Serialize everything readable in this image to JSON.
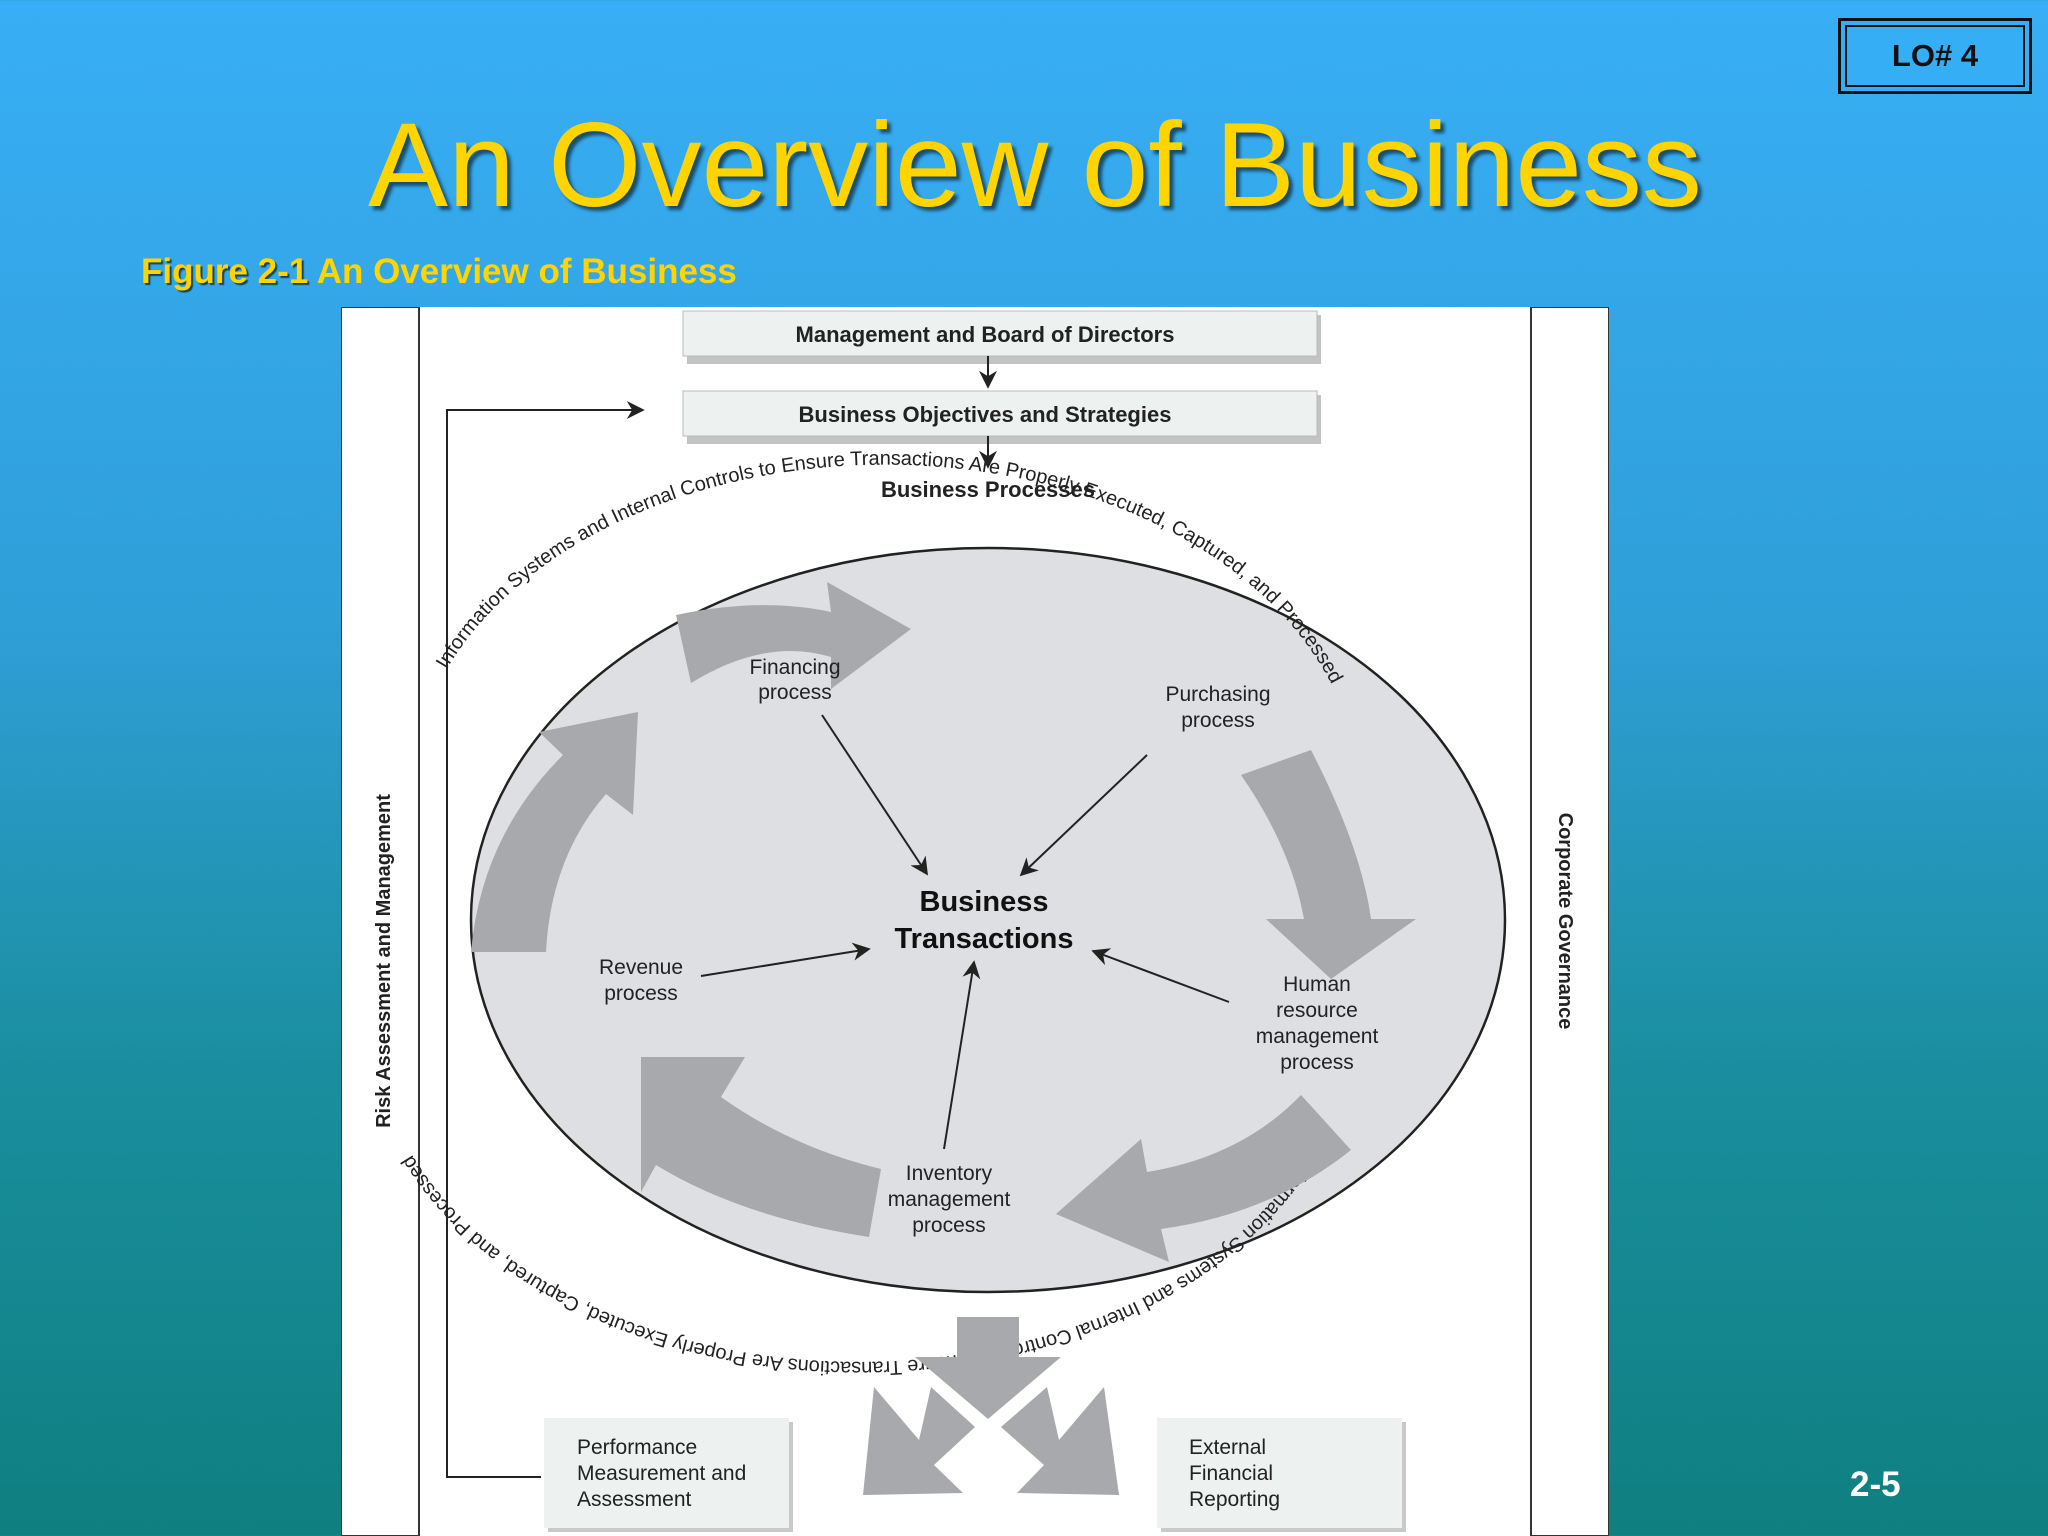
{
  "badge": {
    "label": "LO# 4"
  },
  "slide": {
    "title": "An Overview of Business",
    "caption_number": "Figure 2-1",
    "caption_text": "An Overview of Business",
    "page_number": "2-5"
  },
  "diagram": {
    "side_left": "Risk Assessment and Management",
    "side_right": "Corporate Governance",
    "top_box_1": "Management and Board of Directors",
    "top_box_2": "Business Objectives and Strategies",
    "processes_label": "Business Processes",
    "ring_text": "Information Systems and Internal Controls to Ensure Transactions Are Properly Executed, Captured, and Processed",
    "center_line1": "Business",
    "center_line2": "Transactions",
    "financing": [
      "Financing",
      "process"
    ],
    "purchasing": [
      "Purchasing",
      "process"
    ],
    "hr": [
      "Human",
      "resource",
      "management",
      "process"
    ],
    "inventory": [
      "Inventory",
      "management",
      "process"
    ],
    "revenue": [
      "Revenue",
      "process"
    ],
    "perf": [
      "Performance",
      "Measurement and",
      "Assessment"
    ],
    "ext": [
      "External",
      "Financial",
      "Reporting"
    ]
  }
}
